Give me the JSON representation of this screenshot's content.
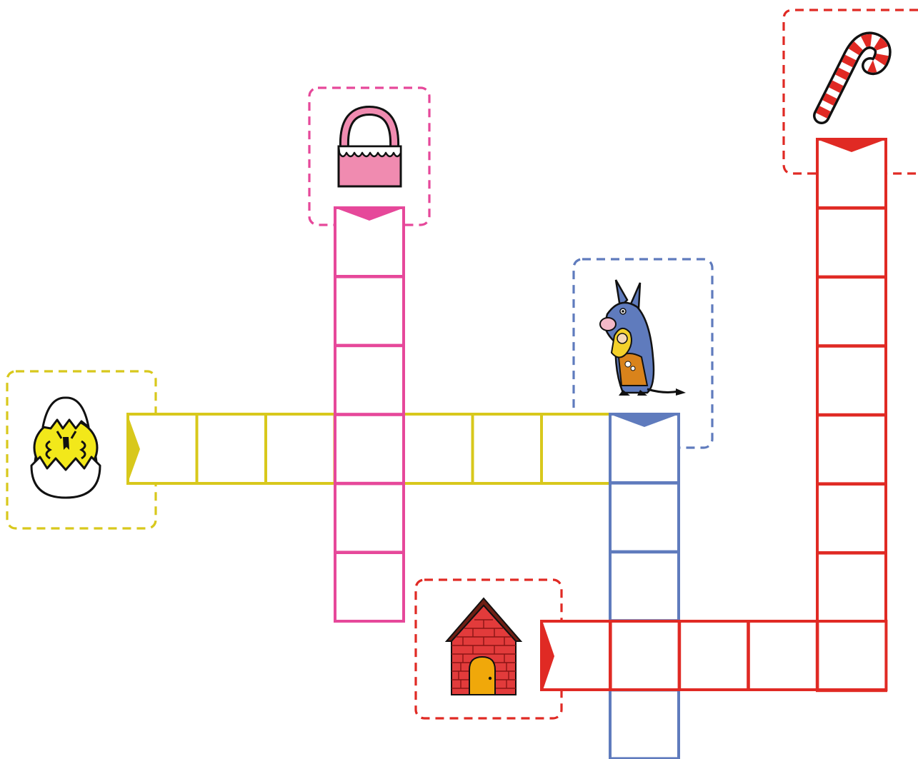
{
  "puzzle": {
    "type": "picture-crossword",
    "colors": {
      "yellow": "#d8c81c",
      "pink": "#e6489a",
      "blue": "#5f7bbd",
      "red": "#e02a24",
      "background": "#ffffff"
    },
    "words": [
      {
        "id": "yellow",
        "direction": "across",
        "length": 7,
        "color": "#d8c81c",
        "picture": "hatching-chick-icon"
      },
      {
        "id": "pink",
        "direction": "down",
        "length": 6,
        "color": "#e6489a",
        "picture": "pink-handbag-icon"
      },
      {
        "id": "blue",
        "direction": "down",
        "length": 5,
        "color": "#5f7bbd",
        "picture": "donkey-with-girl-icon"
      },
      {
        "id": "red-across",
        "direction": "across",
        "length": 5,
        "color": "#e02a24",
        "picture": "brick-house-icon"
      },
      {
        "id": "red-down",
        "direction": "down",
        "length": 8,
        "color": "#e02a24",
        "picture": "candy-cane-icon"
      }
    ]
  }
}
